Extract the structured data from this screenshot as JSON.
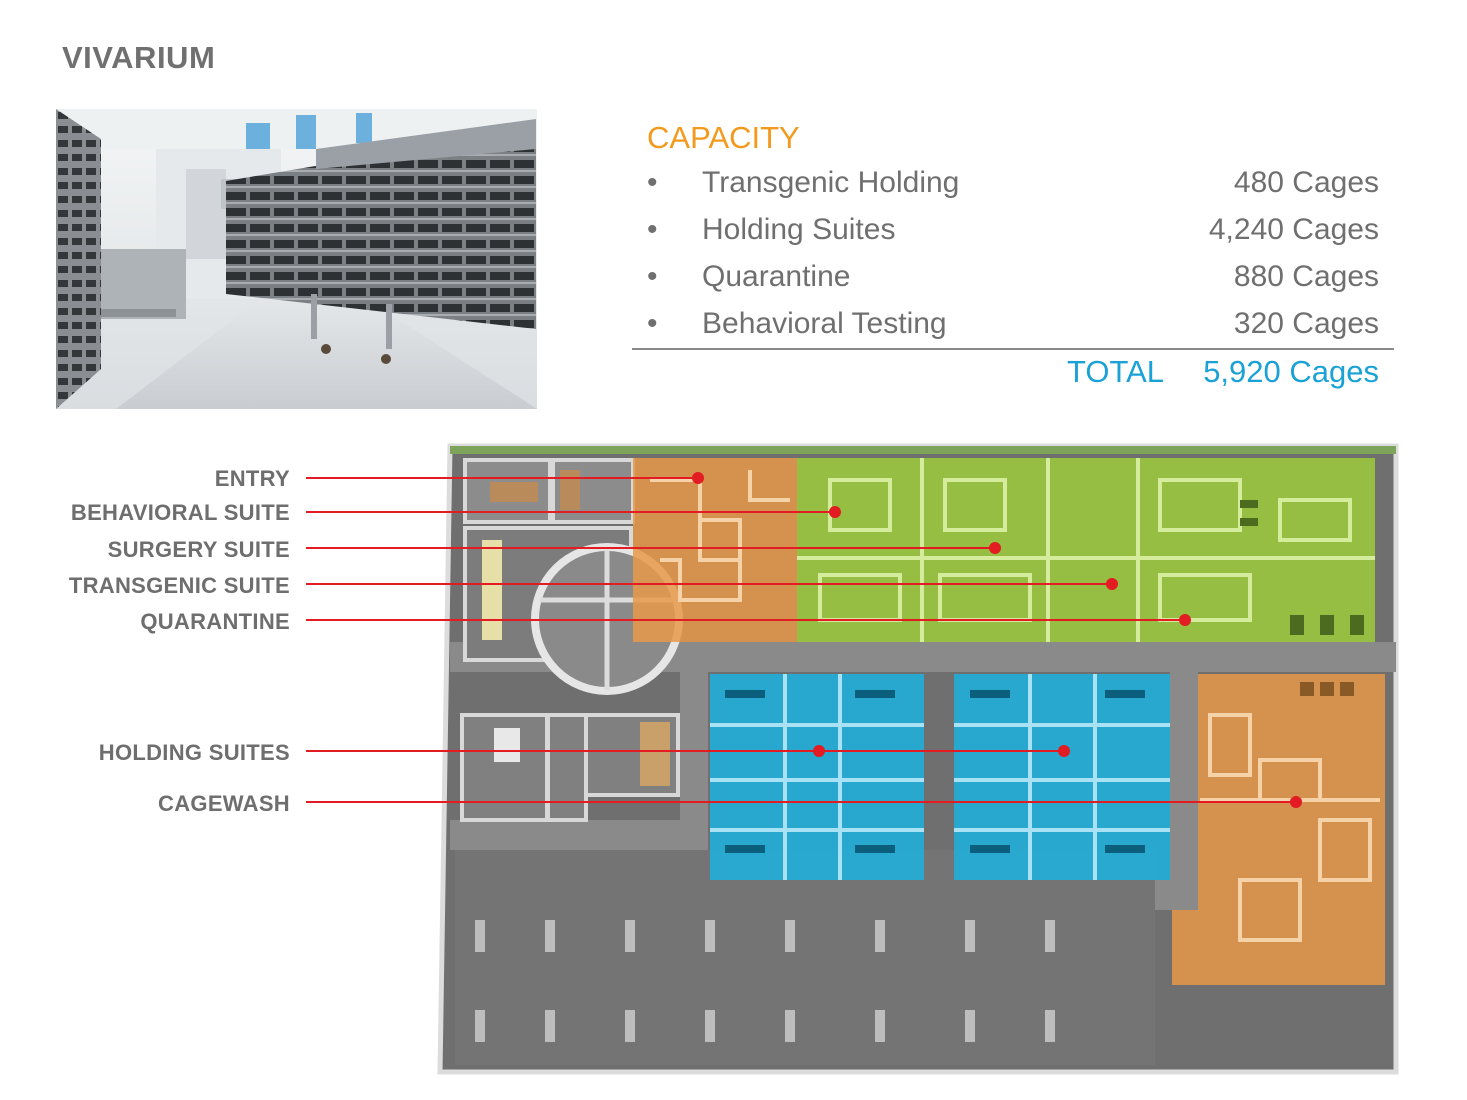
{
  "page": {
    "title": "VIVARIUM"
  },
  "capacity": {
    "heading": "CAPACITY",
    "rows": [
      {
        "bullet": "•",
        "name": "Transgenic Holding",
        "value": "480 Cages"
      },
      {
        "bullet": "•",
        "name": "Holding Suites",
        "value": "4,240 Cages"
      },
      {
        "bullet": "•",
        "name": "Quarantine",
        "value": "880 Cages"
      },
      {
        "bullet": "•",
        "name": "Behavioral Testing",
        "value": "320 Cages"
      }
    ],
    "total_label": "TOTAL",
    "total_value": "5,920 Cages"
  },
  "callouts": [
    "ENTRY",
    "BEHAVIORAL SUITE",
    "SURGERY SUITE",
    "TRANSGENIC SUITE",
    "QUARANTINE",
    "HOLDING SUITES",
    "CAGEWASH"
  ],
  "colors": {
    "heading_orange": "#f39a1e",
    "total_blue": "#1aa2d6",
    "callout_red": "#e31b23",
    "zone_orange": "#e8994a",
    "zone_green": "#9ccc3c",
    "zone_blue": "#1fb0dc",
    "plan_gray": "#707070"
  }
}
